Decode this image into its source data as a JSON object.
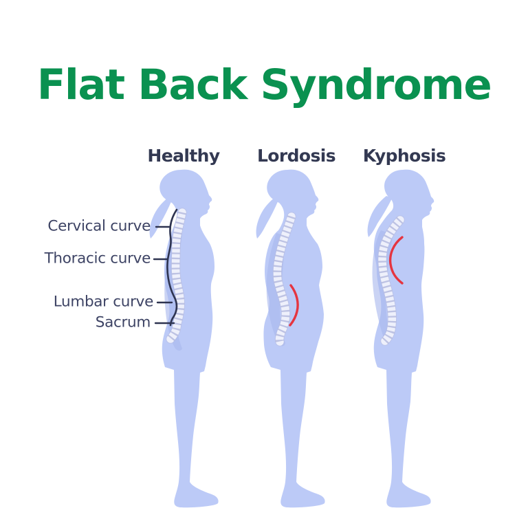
{
  "title": "Flat Back Syndrome",
  "columns": [
    {
      "label": "Healthy"
    },
    {
      "label": "Lordosis"
    },
    {
      "label": "Kyphosis"
    }
  ],
  "spine_labels": [
    {
      "label": "Cervical curve"
    },
    {
      "label": "Thoracic curve"
    },
    {
      "label": "Lumbar curve"
    },
    {
      "label": "Sacrum"
    }
  ],
  "colors": {
    "background": "#ffffff",
    "title_green": "#0a9150",
    "heading_text": "#333952",
    "label_text": "#3d4364",
    "silhouette_blue": "#bccaf7",
    "silhouette_shade": "#a9b8ee",
    "spine_fill": "#eef0fb",
    "spine_ridge": "#b7bce0",
    "line_dark": "#2e3450",
    "highlight_red": "#e53540"
  }
}
